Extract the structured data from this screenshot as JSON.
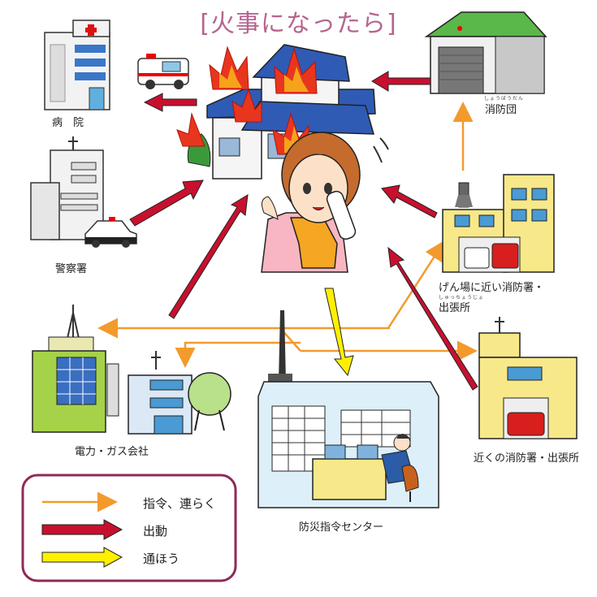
{
  "title": "[火事になったら]",
  "nodes": {
    "hospital": "病　院",
    "police": "警察署",
    "volunteer_fire": "消防団",
    "volunteer_fire_ruby": "しょうぼうだん",
    "nearby_fire_main": "げん場に近い消防署・",
    "nearby_fire_sub": "出張所",
    "nearby_fire_ruby": "しゅっちょうじょ",
    "local_fire": "近くの消防署・出張所",
    "utility": "電力・ガス会社",
    "command_center": "防災指令センター"
  },
  "legend": {
    "orange": "指令、連らく",
    "red": "出動",
    "yellow": "通ほう"
  },
  "colors": {
    "orange": "#f39a2d",
    "red": "#c8102e",
    "yellow": "#fff000",
    "legend_border": "#8e2a5a",
    "title": "#b5658f"
  }
}
